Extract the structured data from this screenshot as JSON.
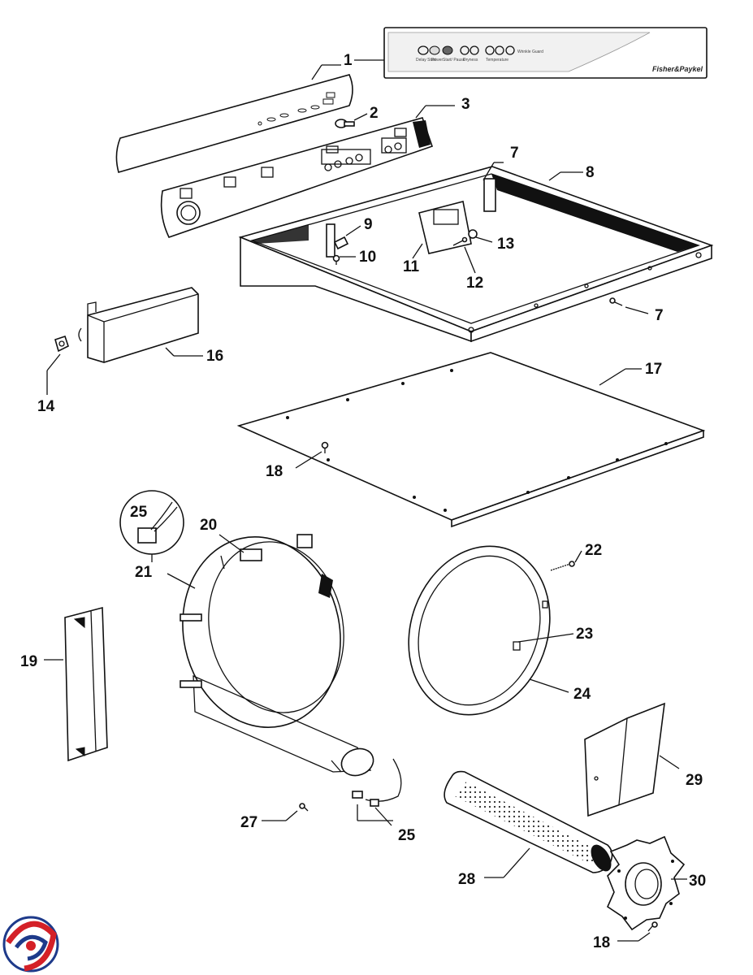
{
  "brand": {
    "text": "Fisher&Paykel"
  },
  "control_panel": {
    "labels": [
      "Delay Start",
      "Power",
      "Start/ Pause",
      "Dryness",
      "Temperature",
      "Wrinkle Guard"
    ]
  },
  "callouts": [
    {
      "id": "c1",
      "text": "1"
    },
    {
      "id": "c2",
      "text": "2"
    },
    {
      "id": "c3",
      "text": "3"
    },
    {
      "id": "c7a",
      "text": "7"
    },
    {
      "id": "c8",
      "text": "8"
    },
    {
      "id": "c9",
      "text": "9"
    },
    {
      "id": "c10",
      "text": "10"
    },
    {
      "id": "c11",
      "text": "11"
    },
    {
      "id": "c12",
      "text": "12"
    },
    {
      "id": "c13",
      "text": "13"
    },
    {
      "id": "c7b",
      "text": "7"
    },
    {
      "id": "c16",
      "text": "16"
    },
    {
      "id": "c14",
      "text": "14"
    },
    {
      "id": "c17",
      "text": "17"
    },
    {
      "id": "c18a",
      "text": "18"
    },
    {
      "id": "c25a",
      "text": "25"
    },
    {
      "id": "c20",
      "text": "20"
    },
    {
      "id": "c21",
      "text": "21"
    },
    {
      "id": "c22",
      "text": "22"
    },
    {
      "id": "c23",
      "text": "23"
    },
    {
      "id": "c24",
      "text": "24"
    },
    {
      "id": "c19",
      "text": "19"
    },
    {
      "id": "c29",
      "text": "29"
    },
    {
      "id": "c27",
      "text": "27"
    },
    {
      "id": "c25b",
      "text": "25"
    },
    {
      "id": "c28",
      "text": "28"
    },
    {
      "id": "c30",
      "text": "30"
    },
    {
      "id": "c18b",
      "text": "18"
    }
  ],
  "colors": {
    "logo_red": "#d42027",
    "logo_blue": "#1e3a8a"
  }
}
